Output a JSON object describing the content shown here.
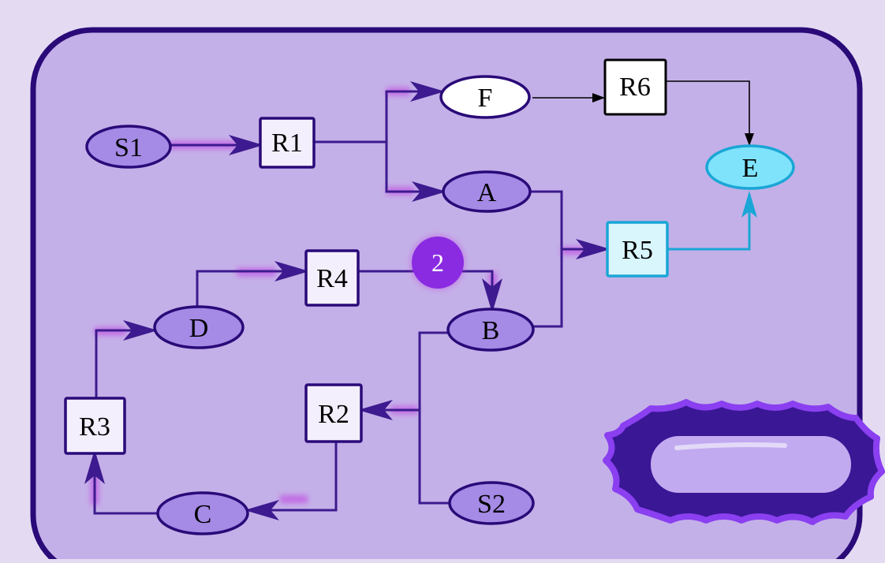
{
  "nodes": {
    "s1": "S1",
    "s2": "S2",
    "a": "A",
    "b": "B",
    "c": "C",
    "d": "D",
    "e": "E",
    "f": "F",
    "r1": "R1",
    "r2": "R2",
    "r3": "R3",
    "r4": "R4",
    "r5": "R5",
    "r6": "R6"
  },
  "badge": "2",
  "colors": {
    "background": "#e4dbf3",
    "cell_fill": "#c4b0e8",
    "cell_border": "#2a0a78",
    "species_fill": "#a58ae6",
    "reaction_fill": "#f4effc",
    "edge": "#3d1a8f",
    "glow": "#c030e0",
    "highlight": "#1aa6d6",
    "target_fill": "#7fe3fb",
    "badge": "#8a2be2"
  }
}
